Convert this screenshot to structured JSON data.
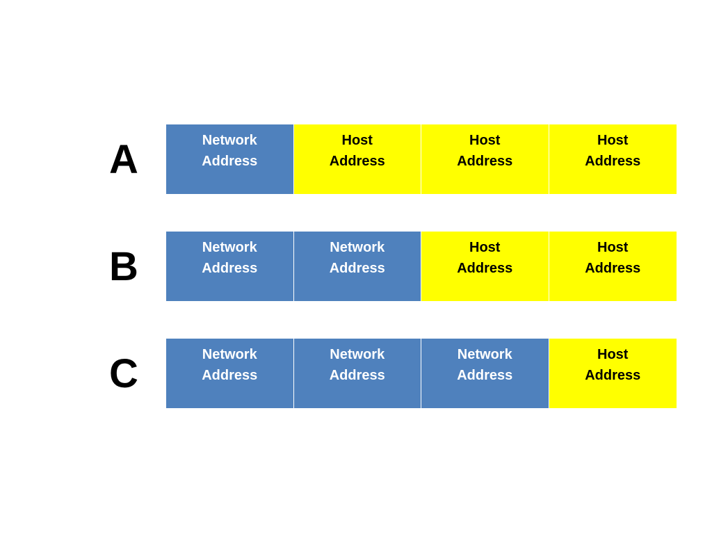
{
  "colors": {
    "network": "#4f81bd",
    "host": "#ffff00"
  },
  "classes": [
    {
      "label": "A",
      "octets": [
        {
          "kind": "network",
          "line1": "Network",
          "line2": "Address"
        },
        {
          "kind": "host",
          "line1": "Host",
          "line2": "Address"
        },
        {
          "kind": "host",
          "line1": "Host",
          "line2": "Address"
        },
        {
          "kind": "host",
          "line1": "Host",
          "line2": "Address"
        }
      ]
    },
    {
      "label": "B",
      "octets": [
        {
          "kind": "network",
          "line1": "Network",
          "line2": "Address"
        },
        {
          "kind": "network",
          "line1": "Network",
          "line2": "Address"
        },
        {
          "kind": "host",
          "line1": "Host",
          "line2": "Address"
        },
        {
          "kind": "host",
          "line1": "Host",
          "line2": "Address"
        }
      ]
    },
    {
      "label": "C",
      "octets": [
        {
          "kind": "network",
          "line1": "Network",
          "line2": "Address"
        },
        {
          "kind": "network",
          "line1": "Network",
          "line2": "Address"
        },
        {
          "kind": "network",
          "line1": "Network",
          "line2": "Address"
        },
        {
          "kind": "host",
          "line1": "Host",
          "line2": "Address"
        }
      ]
    }
  ]
}
